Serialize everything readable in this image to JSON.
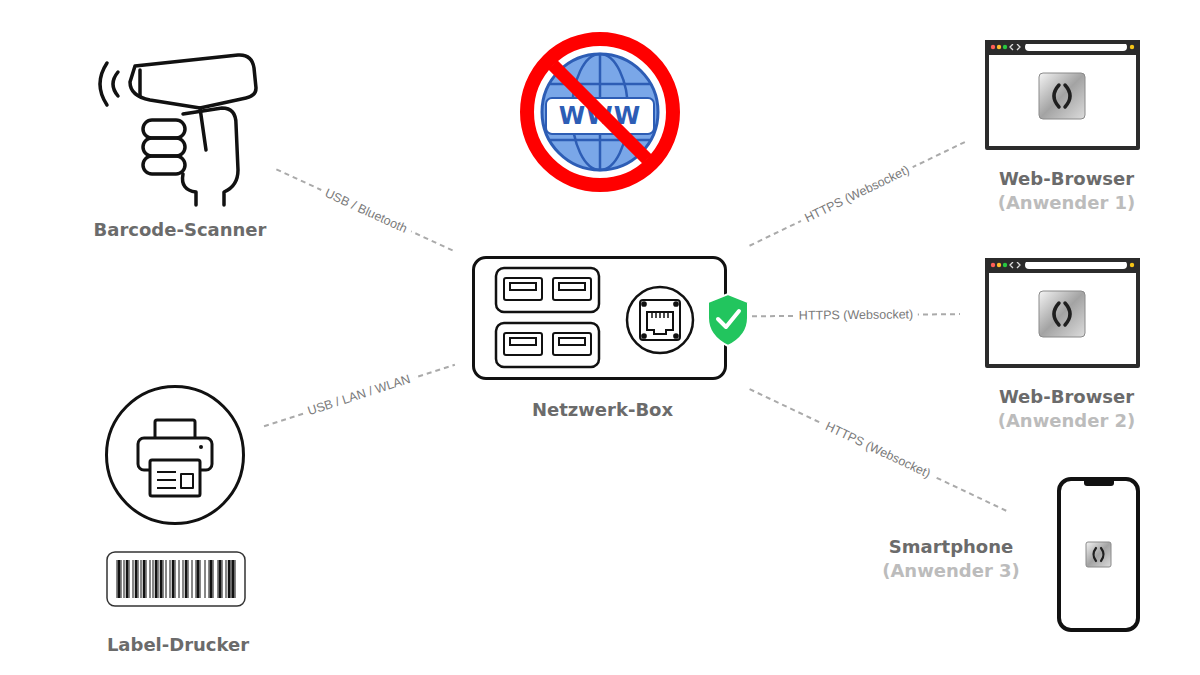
{
  "diagram": {
    "nodes": [
      {
        "text": [
          "Barcode-Scanner"
        ]
      },
      {
        "text": [
          "Label-Drucker"
        ]
      },
      {
        "text": [
          "Netzwerk-Box"
        ]
      },
      {
        "text": [
          "Web-Browser",
          "(Anwender 1)"
        ]
      },
      {
        "text": [
          "Web-Browser",
          "(Anwender 2)"
        ]
      },
      {
        "text": [
          "Smartphone",
          "(Anwender 3)"
        ]
      }
    ],
    "edges": [
      {
        "from": 0,
        "to": 2,
        "label": "USB / Bluetooth",
        "arrow": "none"
      },
      {
        "from": 1,
        "to": 2,
        "label": "USB / LAN / WLAN",
        "arrow": "none"
      },
      {
        "from": 2,
        "to": 3,
        "label": "HTTPS (Websocket)",
        "arrow": "none"
      },
      {
        "from": 2,
        "to": 4,
        "label": "HTTPS (Websocket)",
        "arrow": "none"
      },
      {
        "from": 2,
        "to": 5,
        "label": "HTTPS (Websocket)",
        "arrow": "none"
      }
    ],
    "labels": [
      "WWW"
    ]
  }
}
